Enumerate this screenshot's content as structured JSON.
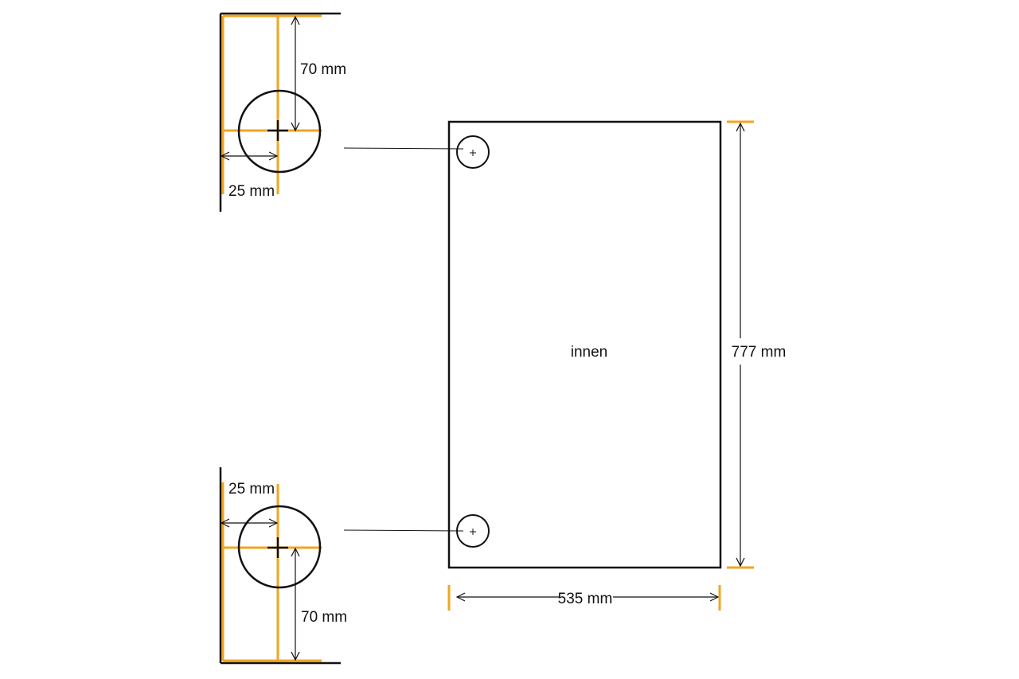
{
  "colors": {
    "accent": "#f2a51f",
    "line": "#111111",
    "background": "#ffffff"
  },
  "panel": {
    "label": "innen",
    "height_label": "777 mm",
    "width_label": "535 mm"
  },
  "detail_top": {
    "vertical_label": "70 mm",
    "horizontal_label": "25 mm"
  },
  "detail_bottom": {
    "vertical_label": "70 mm",
    "horizontal_label": "25 mm"
  }
}
